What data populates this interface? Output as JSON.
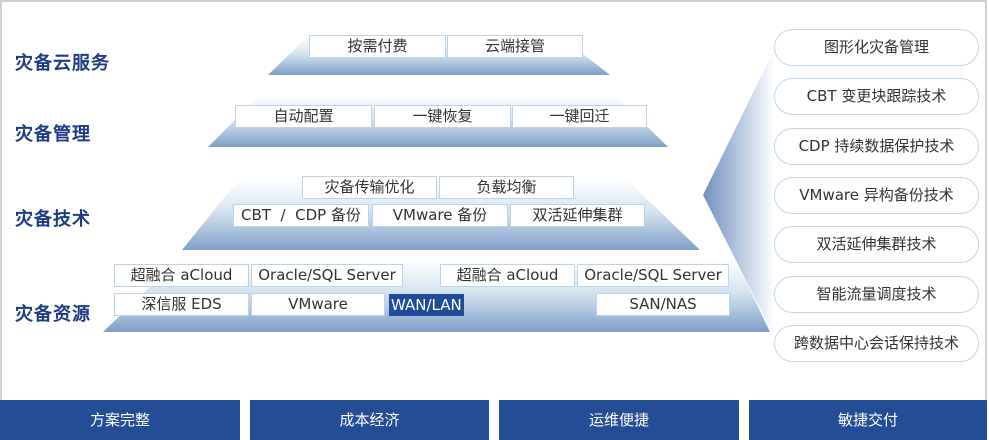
{
  "levels": [
    {
      "label": "灾备云服务",
      "items": [
        "按需付费",
        "云端接管"
      ]
    },
    {
      "label": "灾备管理",
      "items": [
        "自动配置",
        "一键恢复",
        "一键回迁"
      ]
    },
    {
      "label": "灾备技术",
      "items_top": [
        "灾备传输优化",
        "负载均衡"
      ],
      "items_bottom": [
        "CBT  /  CDP 备份",
        "VMware 备份",
        "双活延伸集群"
      ]
    },
    {
      "label": "灾备资源",
      "items_top": [
        "超融合 aCloud",
        "Oracle/SQL Server",
        "超融合 aCloud",
        "Oracle/SQL Server"
      ],
      "items_bottom": [
        "深信服 EDS",
        "VMware",
        "WAN/LAN",
        "SAN/NAS"
      ]
    }
  ],
  "technologies": [
    "图形化灾备管理",
    "CBT 变更块跟踪技术",
    "CDP 持续数据保护技术",
    "VMware 异构备份技术",
    "双活延伸集群技术",
    "智能流量调度技术",
    "跨数据中心会话保持技术"
  ],
  "footer": [
    "方案完整",
    "成本经济",
    "运维便捷",
    "敏捷交付"
  ],
  "colors": {
    "label": "#1f3b84",
    "footer_bg": "#234e96",
    "highlight_bg": "#1f4c98"
  }
}
